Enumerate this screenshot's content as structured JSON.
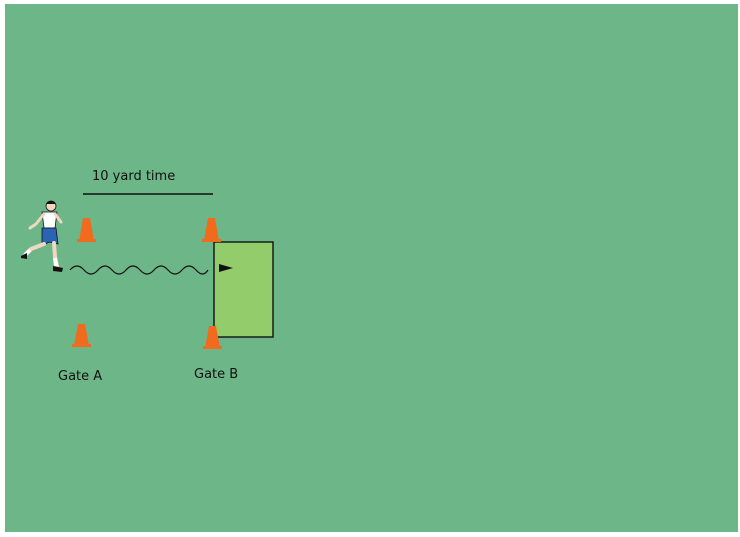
{
  "diagram": {
    "measure_label": "10 yard time",
    "gate_a_label": "Gate A",
    "gate_b_label": "Gate B"
  },
  "colors": {
    "field": "#6DB688",
    "cone": "#F06B1E",
    "zone": "#93CC6B",
    "line": "#111111",
    "shirt": "#FFFFFF",
    "shorts": "#2A63B3"
  },
  "icons": {
    "player": "runner-icon",
    "cone": "traffic-cone-icon",
    "flag": "flag-icon"
  }
}
